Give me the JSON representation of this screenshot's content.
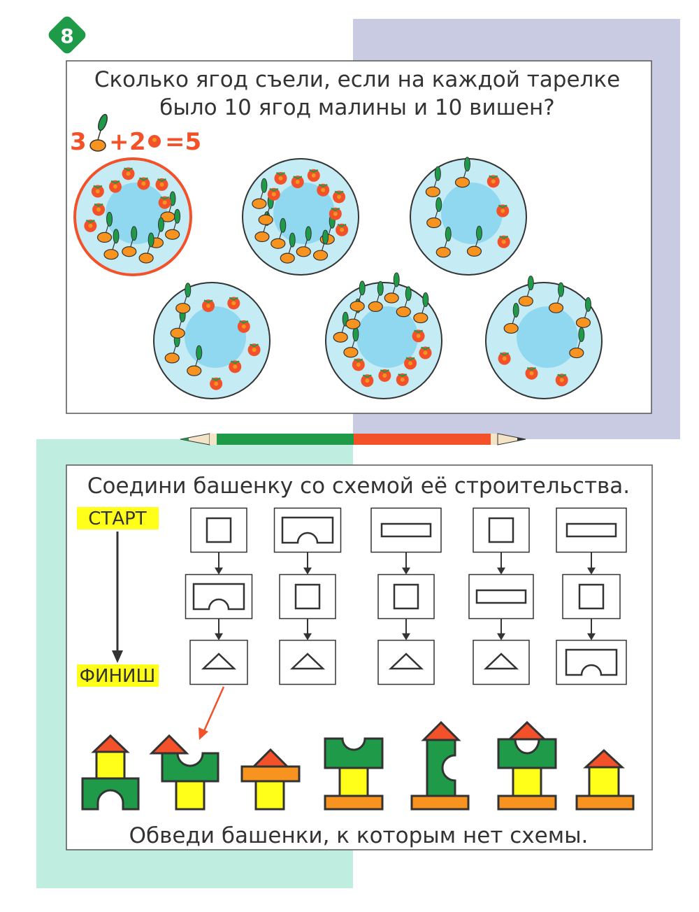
{
  "page_number": "8",
  "task1": {
    "question_line1": "Сколько ягод съели, если на каждой тарелке",
    "question_line2": "было 10 ягод малины и 10 вишен?",
    "example": {
      "cherries": "3",
      "plus": "+",
      "raspberries": "2",
      "result": "=5"
    },
    "plates": [
      {
        "cherries": 7,
        "raspberries": 8,
        "circled": true
      },
      {
        "cherries": 8,
        "raspberries": 8,
        "circled": false
      },
      {
        "cherries": 5,
        "raspberries": 3,
        "circled": false
      },
      {
        "cherries": 4,
        "raspberries": 6,
        "circled": false
      },
      {
        "cherries": 8,
        "raspberries": 7,
        "circled": false
      },
      {
        "cherries": 5,
        "raspberries": 3,
        "circled": false
      }
    ]
  },
  "task2": {
    "instruction": "Соедини башенку со схемой её строительства.",
    "start_label": "СТАРТ",
    "finish_label": "ФИНИШ",
    "schemes": [
      [
        "square",
        "arch",
        "triangle"
      ],
      [
        "arch",
        "square",
        "triangle"
      ],
      [
        "rect",
        "square",
        "triangle"
      ],
      [
        "square",
        "rect",
        "triangle"
      ],
      [
        "rect",
        "square",
        "arch"
      ]
    ],
    "footer": "Обведи башенки, к которым нет схемы."
  },
  "colors": {
    "green": "#1f9a48",
    "red": "#f2512a",
    "yellow": "#ffff1a",
    "orange": "#f7931e",
    "plate": "#c5ecf5",
    "plate_inner": "#8fd8ef",
    "lavender": "#c9cbe3",
    "mint": "#bfeee0"
  }
}
